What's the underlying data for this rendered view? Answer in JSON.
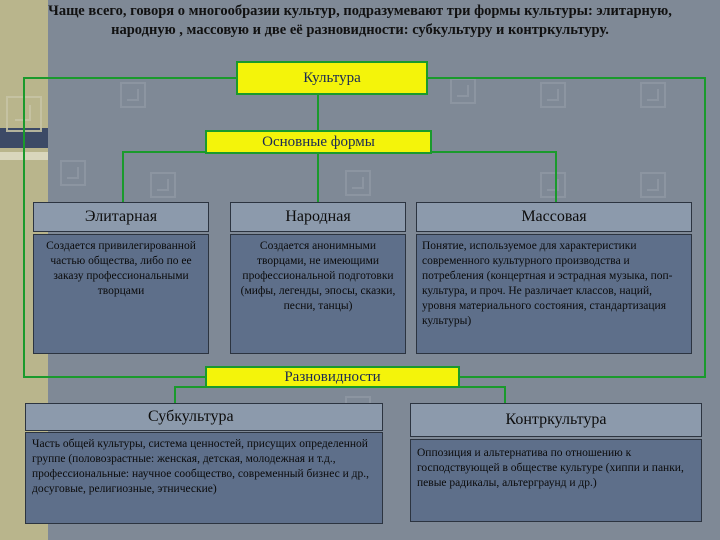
{
  "heading": {
    "line1": "Чаще всего, говоря о многообразии культур, подразумевают три формы культуры: элитарную,",
    "line2": "народную , массовую и две её разновидности: субкультуру и контркультуру."
  },
  "culture": "Культура",
  "main_forms": "Основные формы",
  "varieties": "Разновидности",
  "forms": [
    {
      "title": "Элитарная",
      "description": "Создается привилегированной частью общества, либо по ее заказу профессиональными творцами"
    },
    {
      "title": "Народная",
      "description": "Создается анонимными творцами, не имеющими профессиональной подготовки (мифы, легенды, эпосы, сказки, песни, танцы)"
    },
    {
      "title": "Массовая",
      "description": "Понятие, используемое для характеристики современного культурного производства и потребления (концертная и эстрадная музыка, поп-культура, и проч. Не различает классов, наций, уровня материального состояния, стандартизация культуры)"
    }
  ],
  "variants": [
    {
      "title": "Субкультура",
      "description": "Часть общей культуры, система ценностей, присущих определенной группе (половозрастные: женская, детская, молодежная и т.д., профессиональные: научное сообщество, современный бизнес и др., досуговые, религиозные, этнические)"
    },
    {
      "title": "Контркультура",
      "description": "Оппозиция и альтернатива по отношению к господствующей в обществе культуре (хиппи и панки, певые радикалы, альтерграунд и др.)"
    }
  ],
  "colors": {
    "background": "#7f8996",
    "yellow_box": "#f4f40a",
    "connector": "#1a9a2c",
    "header_box": "#8c9aac",
    "body_box": "#5e6f8a",
    "left_strip": "#b9b58c"
  }
}
